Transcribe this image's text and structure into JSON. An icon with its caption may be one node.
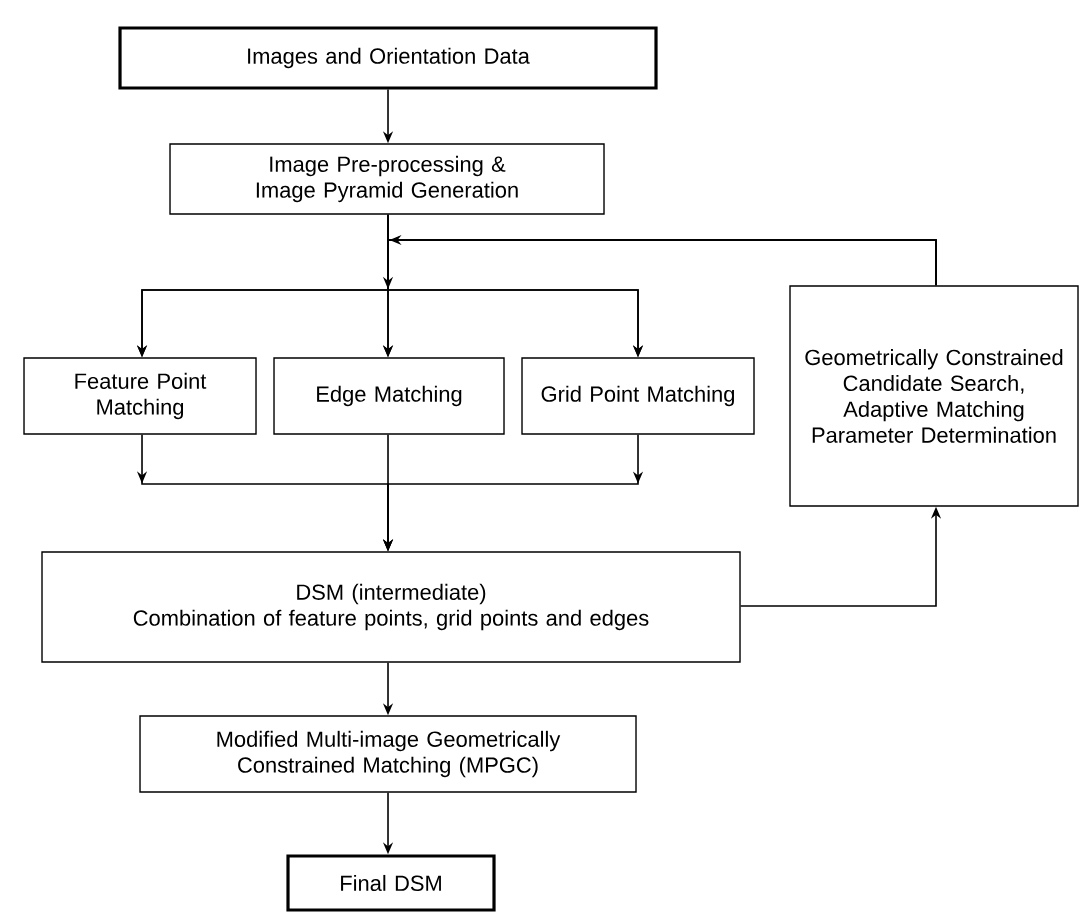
{
  "diagram": {
    "nodes": [
      {
        "text": [
          "Images and Orientation Data"
        ]
      },
      {
        "text": [
          "Image Pre-processing & Image Pyramid Generation"
        ]
      },
      {
        "text": [
          "Feature Point Matching"
        ]
      },
      {
        "text": [
          "Edge Matching"
        ]
      },
      {
        "text": [
          "Grid Point Matching"
        ]
      },
      {
        "text": [
          "Geometrically Constrained Candidate Search, Adaptive Matching Parameter Determination"
        ]
      },
      {
        "text": [
          "DSM (intermediate)",
          "Combination of feature points, grid points and edges"
        ]
      },
      {
        "text": [
          "Modified Multi-image Geometrically Constrained Matching (MPGC)"
        ]
      },
      {
        "text": [
          "Final DSM"
        ]
      }
    ],
    "edges": [
      {
        "from": 0,
        "to": 1,
        "arrow": "to"
      },
      {
        "from": 1,
        "to": 2,
        "arrow": "to"
      },
      {
        "from": 1,
        "to": 3,
        "arrow": "to"
      },
      {
        "from": 1,
        "to": 4,
        "arrow": "to"
      },
      {
        "from": 5,
        "to": 2,
        "arrow": "to"
      },
      {
        "from": 5,
        "to": 3,
        "arrow": "to"
      },
      {
        "from": 5,
        "to": 4,
        "arrow": "to"
      },
      {
        "from": 2,
        "to": 6,
        "arrow": "to"
      },
      {
        "from": 3,
        "to": 6,
        "arrow": "to"
      },
      {
        "from": 4,
        "to": 6,
        "arrow": "to"
      },
      {
        "from": 6,
        "to": 5,
        "arrow": "to"
      },
      {
        "from": 6,
        "to": 7,
        "arrow": "to"
      },
      {
        "from": 7,
        "to": 8,
        "arrow": "to"
      }
    ]
  }
}
